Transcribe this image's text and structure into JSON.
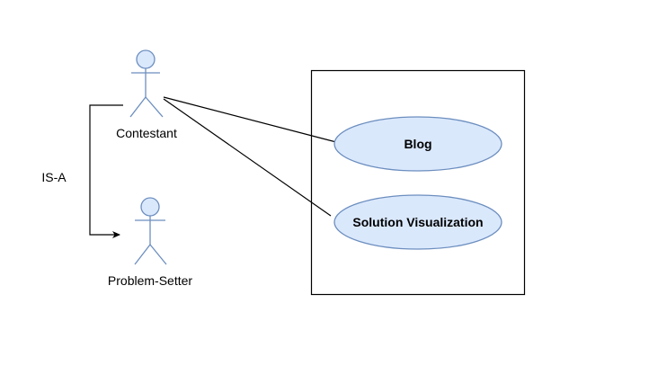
{
  "actors": {
    "contestant": {
      "label": "Contestant"
    },
    "problem_setter": {
      "label": "Problem-Setter"
    }
  },
  "relations": {
    "generalization_label": "IS-A"
  },
  "use_cases": [
    {
      "label": "Blog"
    },
    {
      "label": "Solution Visualization"
    }
  ],
  "colors": {
    "actor_fill": "#dae8fc",
    "actor_stroke": "#6c8ebf",
    "line": "#000000",
    "background": "#ffffff"
  }
}
